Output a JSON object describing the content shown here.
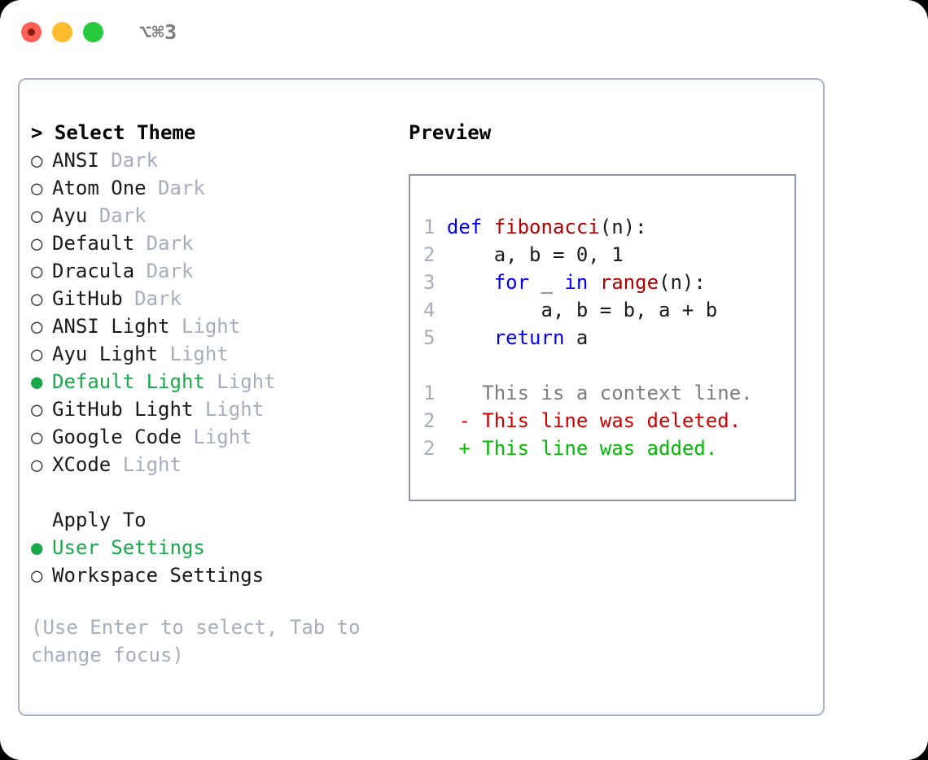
{
  "titlebar": {
    "dots": [
      {
        "name": "close-dot",
        "color": "#ff5f56"
      },
      {
        "name": "minimize-dot",
        "color": "#ffbd2e"
      },
      {
        "name": "maximize-dot",
        "color": "#27c93f"
      }
    ],
    "shortcut": "⌥⌘3"
  },
  "theme_section": {
    "header": "> Select Theme",
    "items": [
      {
        "marker": "○",
        "label": "ANSI",
        "tag": "Dark",
        "selected": false
      },
      {
        "marker": "○",
        "label": "Atom One",
        "tag": "Dark",
        "selected": false
      },
      {
        "marker": "○",
        "label": "Ayu",
        "tag": "Dark",
        "selected": false
      },
      {
        "marker": "○",
        "label": "Default",
        "tag": "Dark",
        "selected": false
      },
      {
        "marker": "○",
        "label": "Dracula",
        "tag": "Dark",
        "selected": false
      },
      {
        "marker": "○",
        "label": "GitHub",
        "tag": "Dark",
        "selected": false
      },
      {
        "marker": "○",
        "label": "ANSI Light",
        "tag": "Light",
        "selected": false
      },
      {
        "marker": "○",
        "label": "Ayu Light",
        "tag": "Light",
        "selected": false
      },
      {
        "marker": "●",
        "label": "Default Light",
        "tag": "Light",
        "selected": true
      },
      {
        "marker": "○",
        "label": "GitHub Light",
        "tag": "Light",
        "selected": false
      },
      {
        "marker": "○",
        "label": "Google Code",
        "tag": "Light",
        "selected": false
      },
      {
        "marker": "○",
        "label": "XCode",
        "tag": "Light",
        "selected": false
      }
    ]
  },
  "apply_to_section": {
    "header": "Apply To",
    "items": [
      {
        "marker": "●",
        "label": "User Settings",
        "selected": true
      },
      {
        "marker": "○",
        "label": "Workspace Settings",
        "selected": false
      }
    ]
  },
  "hint": "(Use Enter to select, Tab to change focus)",
  "preview": {
    "title": "Preview",
    "code_lines": [
      {
        "no": "1",
        "tokens": [
          {
            "t": "def ",
            "c": "kw"
          },
          {
            "t": "fibonacci",
            "c": "fn"
          },
          {
            "t": "(n):",
            "c": "plain"
          }
        ]
      },
      {
        "no": "2",
        "tokens": [
          {
            "t": "    a, b = 0, 1",
            "c": "plain"
          }
        ]
      },
      {
        "no": "3",
        "tokens": [
          {
            "t": "    ",
            "c": "plain"
          },
          {
            "t": "for",
            "c": "kw"
          },
          {
            "t": " _ ",
            "c": "plain"
          },
          {
            "t": "in ",
            "c": "kw"
          },
          {
            "t": "range",
            "c": "fn"
          },
          {
            "t": "(n):",
            "c": "plain"
          }
        ]
      },
      {
        "no": "4",
        "tokens": [
          {
            "t": "        a, b = b, a + b",
            "c": "plain"
          }
        ]
      },
      {
        "no": "5",
        "tokens": [
          {
            "t": "    ",
            "c": "plain"
          },
          {
            "t": "return",
            "c": "kw"
          },
          {
            "t": " a",
            "c": "plain"
          }
        ]
      }
    ],
    "diff_lines": [
      {
        "no": "1",
        "tokens": [
          {
            "t": "   This is a context line.",
            "c": "ctx"
          }
        ]
      },
      {
        "no": "2",
        "tokens": [
          {
            "t": " - This line was deleted.",
            "c": "del"
          }
        ]
      },
      {
        "no": "2",
        "tokens": [
          {
            "t": " + This line was added.",
            "c": "add"
          }
        ]
      }
    ]
  },
  "colors": {
    "accent_green": "#1aa84a",
    "keyword_blue": "#0000ee",
    "function_red": "#b00000",
    "diff_delete": "#cc0000",
    "diff_add": "#00bb00",
    "muted_gray": "#a6aebd",
    "panel_border": "#aab4c4",
    "preview_border": "#8b96a8"
  }
}
